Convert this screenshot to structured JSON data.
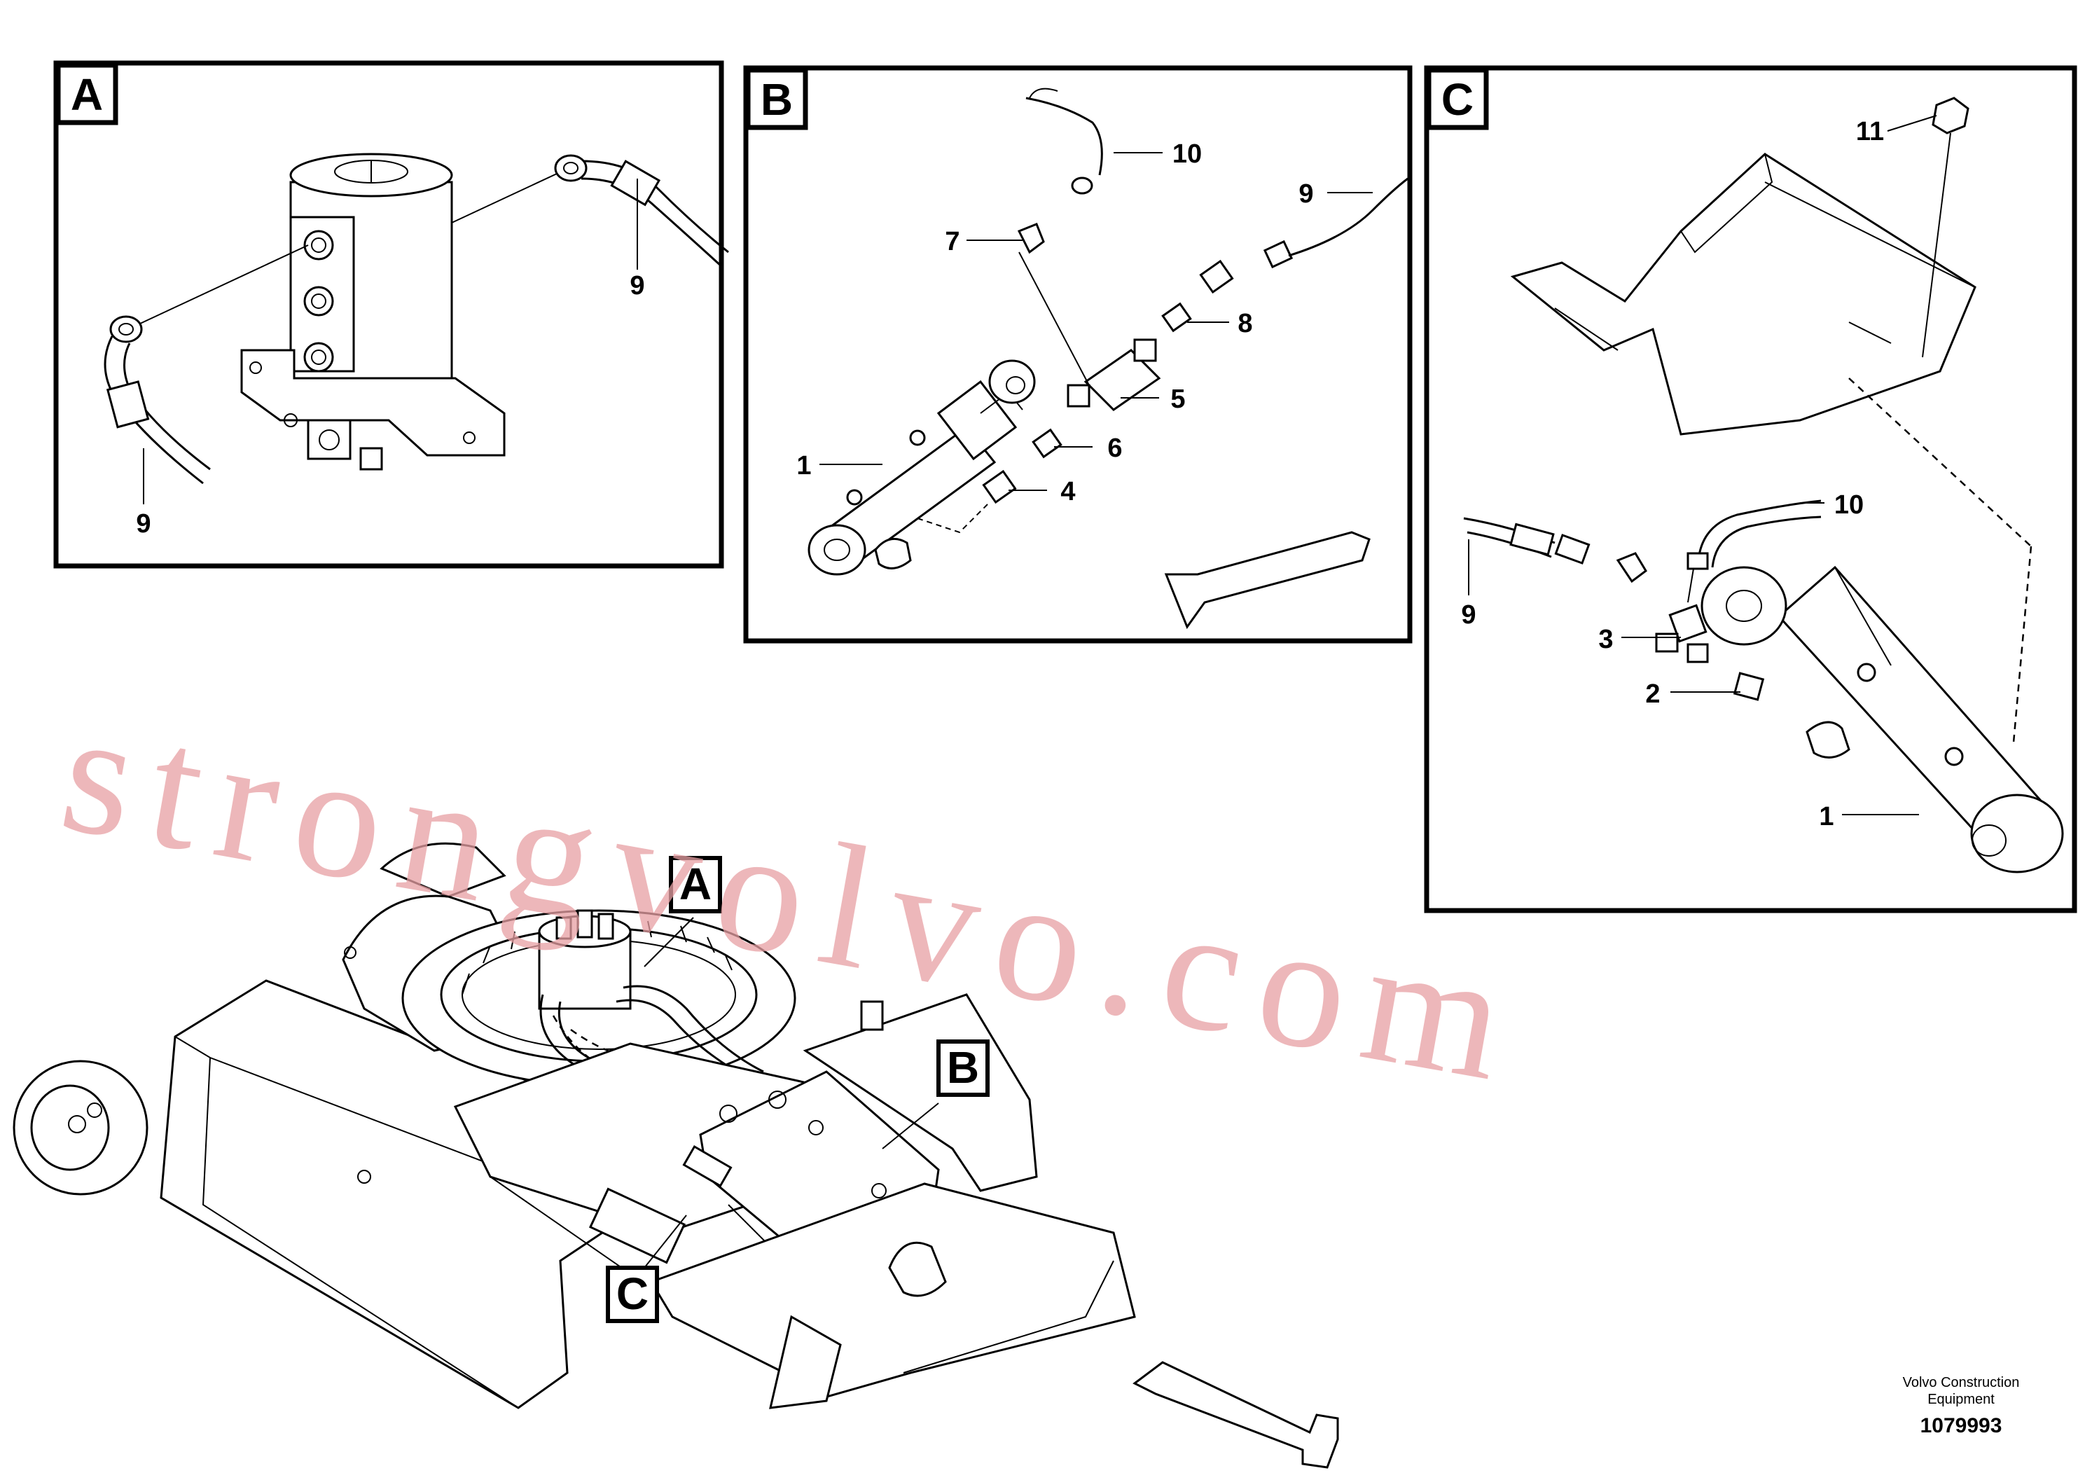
{
  "panels": {
    "a": {
      "letter": "A"
    },
    "b": {
      "letter": "B"
    },
    "c": {
      "letter": "C"
    }
  },
  "callouts": {
    "a_hose_top": "9",
    "a_hose_left": "9",
    "b_cylinder": "1",
    "b_fitting_4": "4",
    "b_block_5": "5",
    "b_nipple_6": "6",
    "b_elbow_7": "7",
    "b_adapter_8": "8",
    "b_hose_9": "9",
    "b_hose_10": "10",
    "c_bolt_11": "11",
    "c_hose_10": "10",
    "c_hose_9": "9",
    "c_tee_3": "3",
    "c_nipple_2": "2",
    "c_cylinder_1": "1"
  },
  "main_view": {
    "label_a": "A",
    "label_b": "B",
    "label_c": "C"
  },
  "watermark": "strongvolvo.com",
  "footer": {
    "brand_line1": "Volvo Construction",
    "brand_line2": "Equipment",
    "drawing_number": "1079993"
  }
}
